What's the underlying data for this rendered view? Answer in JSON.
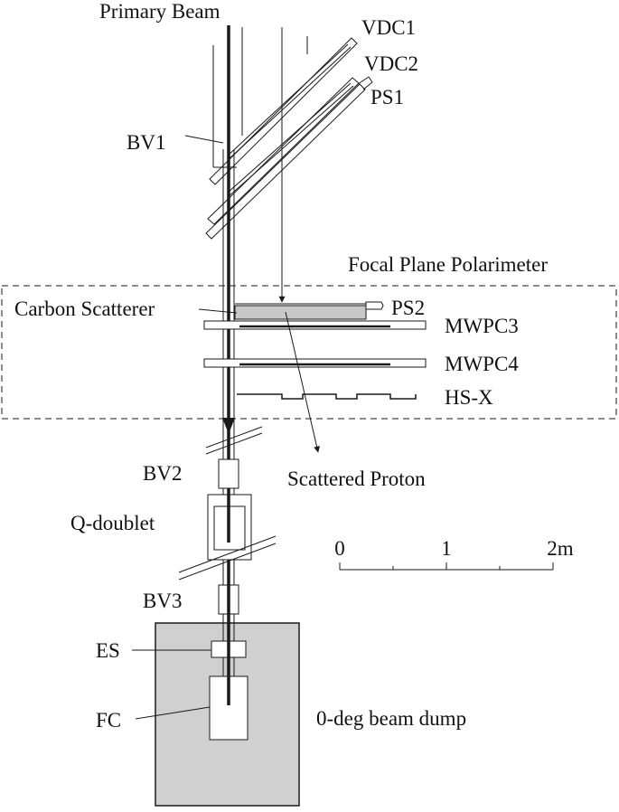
{
  "labels": {
    "primary_beam": "Primary Beam",
    "vdc1": "VDC1",
    "vdc2": "VDC2",
    "ps1": "PS1",
    "bv1": "BV1",
    "focal_plane_polarimeter": "Focal Plane Polarimeter",
    "carbon_scatterer": "Carbon Scatterer",
    "ps2": "PS2",
    "mwpc3": "MWPC3",
    "mwpc4": "MWPC4",
    "hsx": "HS-X",
    "bv2": "BV2",
    "scattered_proton": "Scattered Proton",
    "q_doublet": "Q-doublet",
    "bv3": "BV3",
    "es": "ES",
    "fc": "FC",
    "beam_dump": "0-deg beam dump"
  },
  "scale_bar": {
    "ticks": [
      "0",
      "1",
      "2m"
    ]
  },
  "colors": {
    "line": "#1a1a1a",
    "scatterer_fill": "#c8c8c8",
    "dump_fill": "#d0d0d0",
    "background": "#ffffff"
  }
}
